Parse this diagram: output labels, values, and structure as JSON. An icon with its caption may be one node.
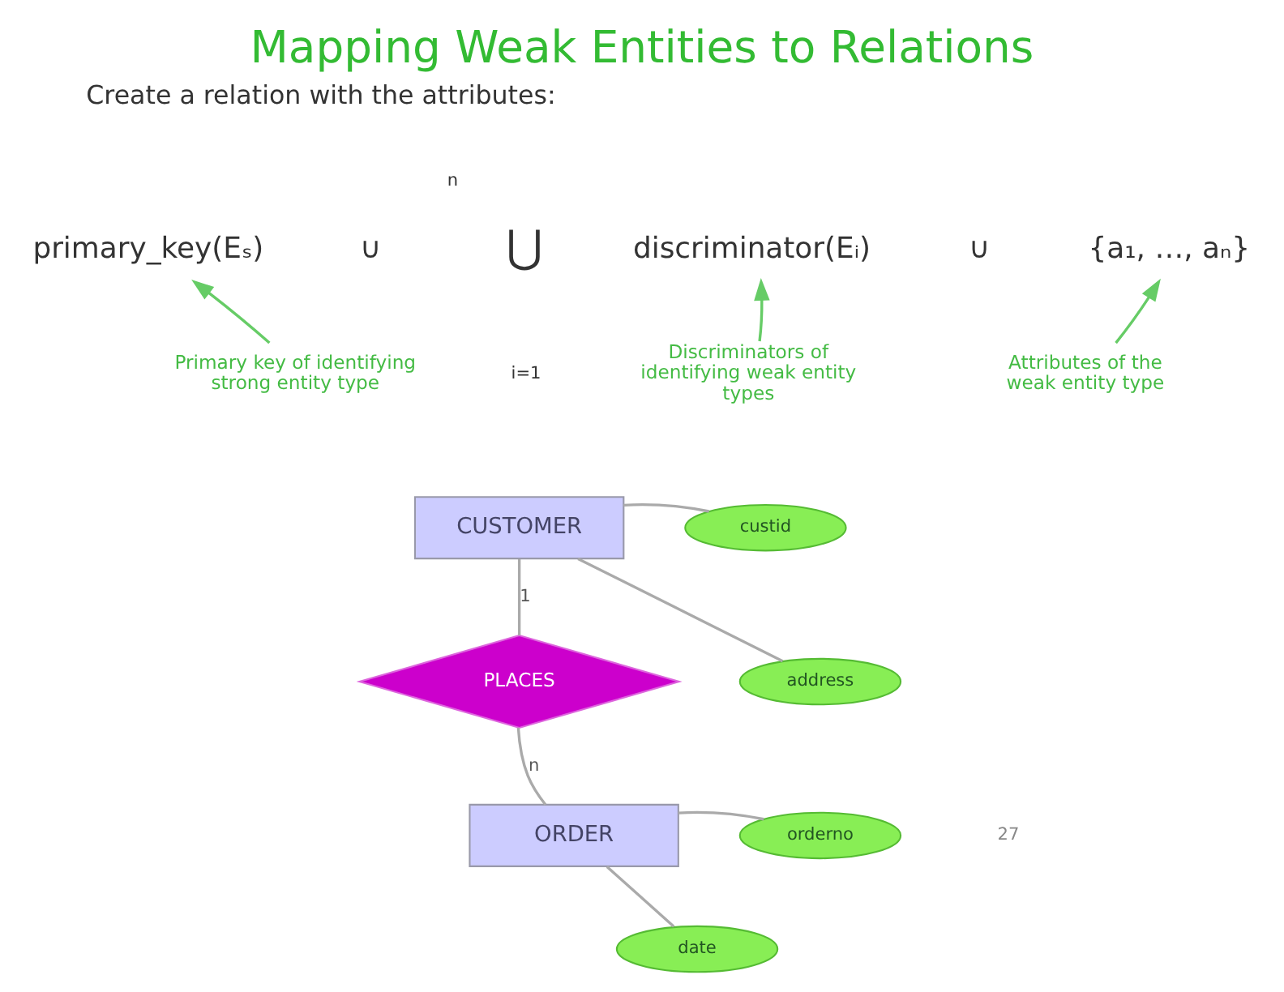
{
  "diagram": {
    "title": "Mapping Weak Entities to Relations",
    "nodes": [
      {
        "text": [
          "primary_key(Eₛ)"
        ]
      },
      {
        "text": [
          "discriminator(Eᵢ)"
        ]
      },
      {
        "text": [
          "{a₁, …, aₙ}"
        ]
      },
      {
        "text": [
          "Primary key of identifying strong entity type"
        ]
      },
      {
        "text": [
          "Discriminators of identifying weak entity types"
        ]
      },
      {
        "text": [
          "Attributes of the weak entity type"
        ]
      },
      {
        "text": [
          "CUSTOMER"
        ]
      },
      {
        "text": [
          "custid"
        ]
      },
      {
        "text": [
          "address"
        ]
      },
      {
        "text": [
          "PLACES"
        ]
      },
      {
        "text": [
          "ORDER"
        ]
      },
      {
        "text": [
          "orderno"
        ]
      },
      {
        "text": [
          "date"
        ]
      }
    ],
    "edges": [
      {
        "from": 3,
        "to": 0,
        "arrow": "to",
        "color": "#66cc66"
      },
      {
        "from": 4,
        "to": 1,
        "arrow": "to",
        "color": "#66cc66"
      },
      {
        "from": 5,
        "to": 2,
        "arrow": "to",
        "color": "#66cc66"
      },
      {
        "from": 6,
        "to": 7,
        "arrow": "none"
      },
      {
        "from": 6,
        "to": 8,
        "arrow": "none"
      },
      {
        "from": 6,
        "to": 9,
        "arrow": "none",
        "label": "1"
      },
      {
        "from": 9,
        "to": 10,
        "arrow": "none",
        "label": "n"
      },
      {
        "from": 10,
        "to": 11,
        "arrow": "none"
      },
      {
        "from": 10,
        "to": 12,
        "arrow": "none"
      }
    ],
    "labels": [
      "Create a relation with the attributes:",
      "n",
      "∪",
      "⋃",
      "i=1",
      "∪",
      "27"
    ]
  }
}
